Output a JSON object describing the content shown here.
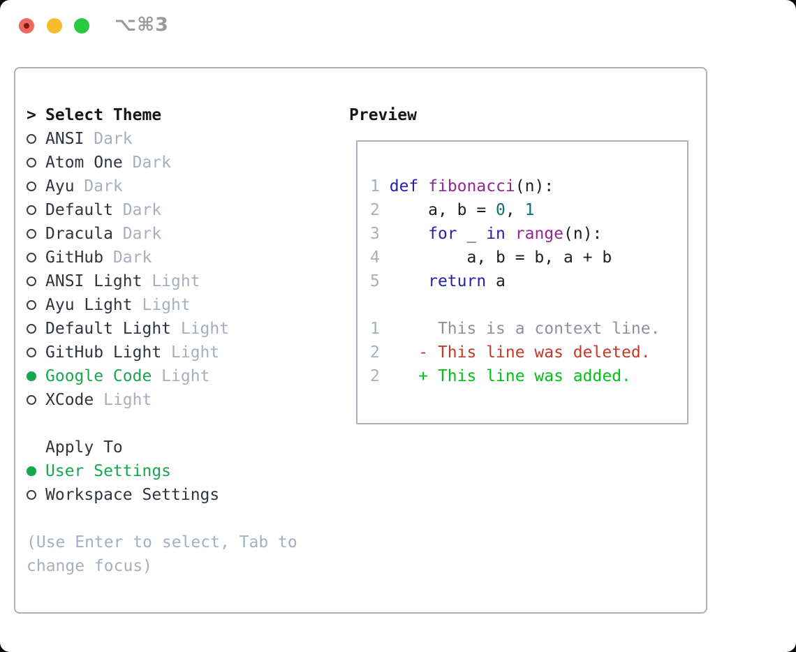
{
  "titlebar": {
    "title": "⌥⌘3",
    "traffic_lights": [
      "close",
      "minimize",
      "zoom"
    ]
  },
  "theme_selector": {
    "prompt": ">",
    "header": "Select Theme",
    "themes": [
      {
        "name": "ANSI",
        "variant": "Dark",
        "selected": false
      },
      {
        "name": "Atom One",
        "variant": "Dark",
        "selected": false
      },
      {
        "name": "Ayu",
        "variant": "Dark",
        "selected": false
      },
      {
        "name": "Default",
        "variant": "Dark",
        "selected": false
      },
      {
        "name": "Dracula",
        "variant": "Dark",
        "selected": false
      },
      {
        "name": "GitHub",
        "variant": "Dark",
        "selected": false
      },
      {
        "name": "ANSI Light",
        "variant": "Light",
        "selected": false
      },
      {
        "name": "Ayu Light",
        "variant": "Light",
        "selected": false
      },
      {
        "name": "Default Light",
        "variant": "Light",
        "selected": false
      },
      {
        "name": "GitHub Light",
        "variant": "Light",
        "selected": false
      },
      {
        "name": "Google Code",
        "variant": "Light",
        "selected": true
      },
      {
        "name": "XCode",
        "variant": "Light",
        "selected": false
      }
    ],
    "apply_to": {
      "label": "Apply To",
      "options": [
        {
          "label": "User Settings",
          "selected": true
        },
        {
          "label": "Workspace Settings",
          "selected": false
        }
      ]
    },
    "hint_lines": [
      "(Use Enter to select, Tab to",
      "change focus)"
    ]
  },
  "preview": {
    "title": "Preview",
    "lines": [
      {
        "num": "1",
        "segments": [
          {
            "t": " ",
            "c": "pl"
          },
          {
            "t": "def",
            "c": "kw"
          },
          {
            "t": " ",
            "c": "pl"
          },
          {
            "t": "fibonacci",
            "c": "fn"
          },
          {
            "t": "(n):",
            "c": "pl"
          }
        ]
      },
      {
        "num": "2",
        "segments": [
          {
            "t": "     a, b = ",
            "c": "pl"
          },
          {
            "t": "0",
            "c": "num"
          },
          {
            "t": ", ",
            "c": "pl"
          },
          {
            "t": "1",
            "c": "num"
          }
        ]
      },
      {
        "num": "3",
        "segments": [
          {
            "t": "     ",
            "c": "pl"
          },
          {
            "t": "for",
            "c": "kw"
          },
          {
            "t": " _ ",
            "c": "pl"
          },
          {
            "t": "in",
            "c": "kw"
          },
          {
            "t": " ",
            "c": "pl"
          },
          {
            "t": "range",
            "c": "fn"
          },
          {
            "t": "(n):",
            "c": "pl"
          }
        ]
      },
      {
        "num": "4",
        "segments": [
          {
            "t": "         a, b = b, a + b",
            "c": "pl"
          }
        ]
      },
      {
        "num": "5",
        "segments": [
          {
            "t": "     ",
            "c": "pl"
          },
          {
            "t": "return",
            "c": "kw"
          },
          {
            "t": " a",
            "c": "pl"
          }
        ]
      },
      {
        "num": null,
        "segments": []
      },
      {
        "num": "1",
        "segments": [
          {
            "t": "      This is a context line.",
            "c": "ctx"
          }
        ]
      },
      {
        "num": "2",
        "segments": [
          {
            "t": "    - This line was deleted.",
            "c": "del"
          }
        ]
      },
      {
        "num": "2",
        "segments": [
          {
            "t": "    + This line was added.",
            "c": "add"
          }
        ]
      }
    ]
  },
  "colors": {
    "accent_green": "#17a74c",
    "keyword_blue": "#2222aa",
    "function_purple": "#93278f",
    "number_teal": "#0b7373",
    "deleted_red": "#c43a28",
    "added_green": "#00c214",
    "context_gray": "#8e9299",
    "muted_gray": "#a6afbd",
    "border_gray": "#a9b1bb",
    "titlebar_gray": "#9a9a9a",
    "traffic_red": "#ee6a5e",
    "traffic_yellow": "#f5bd2e",
    "traffic_green": "#27c93f"
  }
}
